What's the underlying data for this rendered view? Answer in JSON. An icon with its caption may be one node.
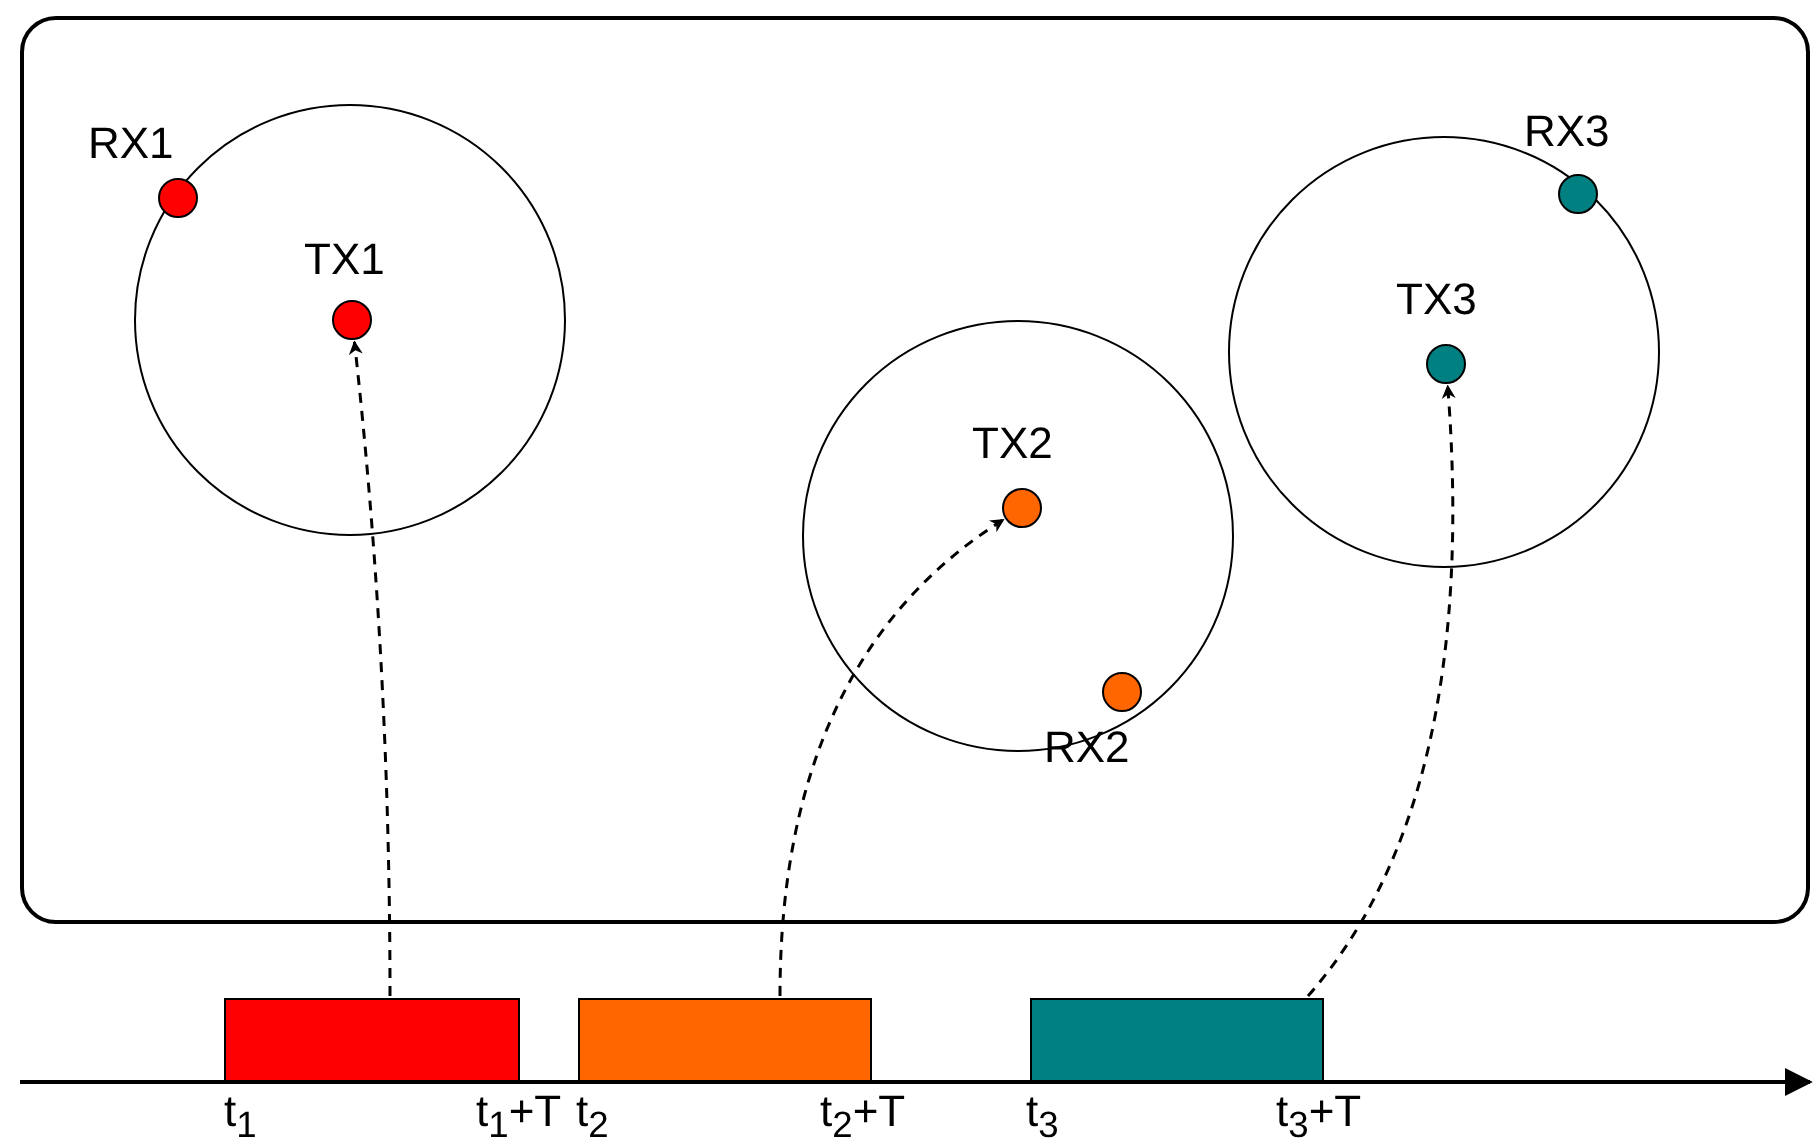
{
  "diagram": {
    "nodes": [
      {
        "text": [],
        "shape": "box"
      },
      {
        "text": [],
        "shape": "circle",
        "in": 0
      },
      {
        "text": [
          "RX1"
        ],
        "in": 1
      },
      {
        "text": [
          "TX1"
        ],
        "in": 1
      },
      {
        "text": [],
        "shape": "circle",
        "in": 0
      },
      {
        "text": [
          "TX2"
        ],
        "in": 4
      },
      {
        "text": [
          "RX2"
        ],
        "in": 4
      },
      {
        "text": [],
        "shape": "circle",
        "in": 0
      },
      {
        "text": [
          "RX3"
        ],
        "in": 7
      },
      {
        "text": [
          "TX3"
        ],
        "in": 7
      },
      {
        "text": [],
        "shape": "box"
      },
      {
        "text": [],
        "shape": "box"
      },
      {
        "text": [],
        "shape": "box"
      }
    ],
    "edges": [
      {
        "from": 10,
        "to": 3,
        "arrow": "to",
        "style": "dashed"
      },
      {
        "from": 11,
        "to": 5,
        "arrow": "to",
        "style": "dashed"
      },
      {
        "from": 12,
        "to": 9,
        "arrow": "to",
        "style": "dashed"
      }
    ],
    "labels": [
      "t$_{1}$",
      "t$_{1}$+T",
      "t$_{2}$",
      "t$_{2}$+T",
      "t$_{3}$",
      "t$_{3}$+T"
    ]
  }
}
